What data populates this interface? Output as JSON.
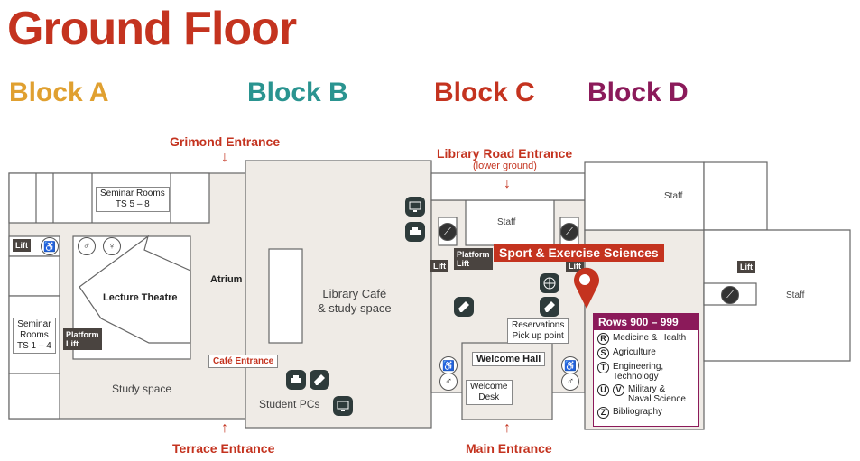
{
  "title": "Ground Floor",
  "blocks": [
    {
      "label": "Block A",
      "color": "#e0a030"
    },
    {
      "label": "Block B",
      "color": "#2a9490"
    },
    {
      "label": "Block C",
      "color": "#c4331f"
    },
    {
      "label": "Block D",
      "color": "#8b1a5a"
    }
  ],
  "entrances": {
    "grimond": "Grimond Entrance",
    "library_road": "Library Road Entrance",
    "library_road_sub": "(lower ground)",
    "terrace": "Terrace Entrance",
    "main": "Main Entrance",
    "cafe": "Café Entrance"
  },
  "rooms": {
    "seminar_5_8": "Seminar Rooms\nTS 5 – 8",
    "seminar_1_4": "Seminar\nRooms\nTS 1 – 4",
    "lecture_theatre": "Lecture Theatre",
    "atrium": "Atrium",
    "study_space": "Study space",
    "library_cafe": "Library Café\n& study space",
    "student_pcs": "Student PCs",
    "staff": "Staff",
    "reservations": "Reservations\nPick up point",
    "welcome_hall": "Welcome Hall",
    "welcome_desk": "Welcome\nDesk"
  },
  "labels": {
    "lift": "Lift",
    "platform_lift": "Platform\nLift"
  },
  "highlight": {
    "label": "Sport & Exercise Sciences",
    "color": "#c4331f"
  },
  "legend": {
    "header": "Rows 900 – 999",
    "items": [
      {
        "codes": [
          "R"
        ],
        "text": "Medicine & Health"
      },
      {
        "codes": [
          "S"
        ],
        "text": "Agriculture"
      },
      {
        "codes": [
          "T"
        ],
        "text": "Engineering,\nTechnology"
      },
      {
        "codes": [
          "U",
          "V"
        ],
        "text": "Military &\nNaval Science"
      },
      {
        "codes": [
          "Z"
        ],
        "text": "Bibliography"
      }
    ]
  }
}
